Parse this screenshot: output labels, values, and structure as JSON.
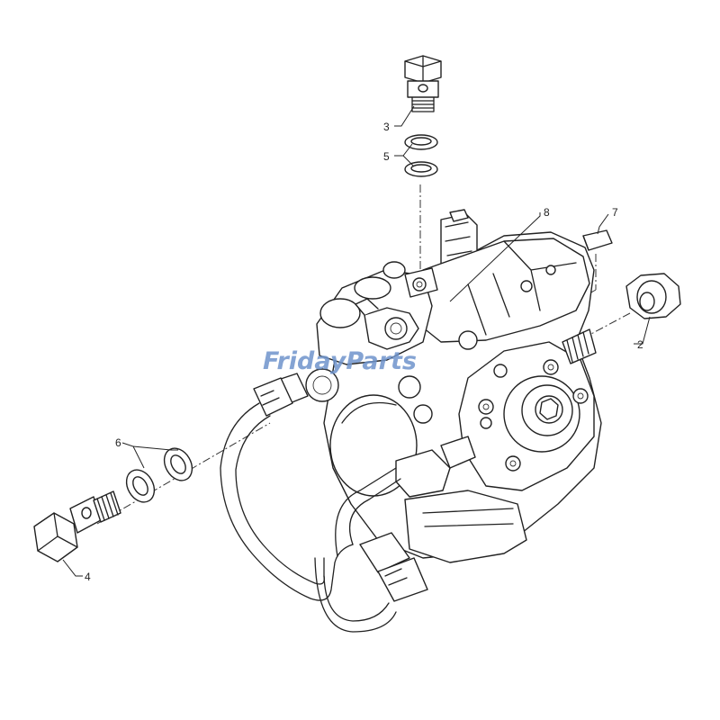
{
  "watermark": {
    "text": "FridayParts",
    "color": "#6f94cc",
    "accent": "#e8a93a"
  },
  "callouts": [
    {
      "number": "2",
      "part": "nut"
    },
    {
      "number": "3",
      "part": "banjo-bolt-top"
    },
    {
      "number": "4",
      "part": "banjo-bolt-side"
    },
    {
      "number": "5",
      "part": "sealing-washers-top"
    },
    {
      "number": "6",
      "part": "sealing-washers-side"
    },
    {
      "number": "7",
      "part": "woodruff-key"
    },
    {
      "number": "8",
      "part": "fuel-injection-pump"
    }
  ],
  "line_color": "#222222"
}
